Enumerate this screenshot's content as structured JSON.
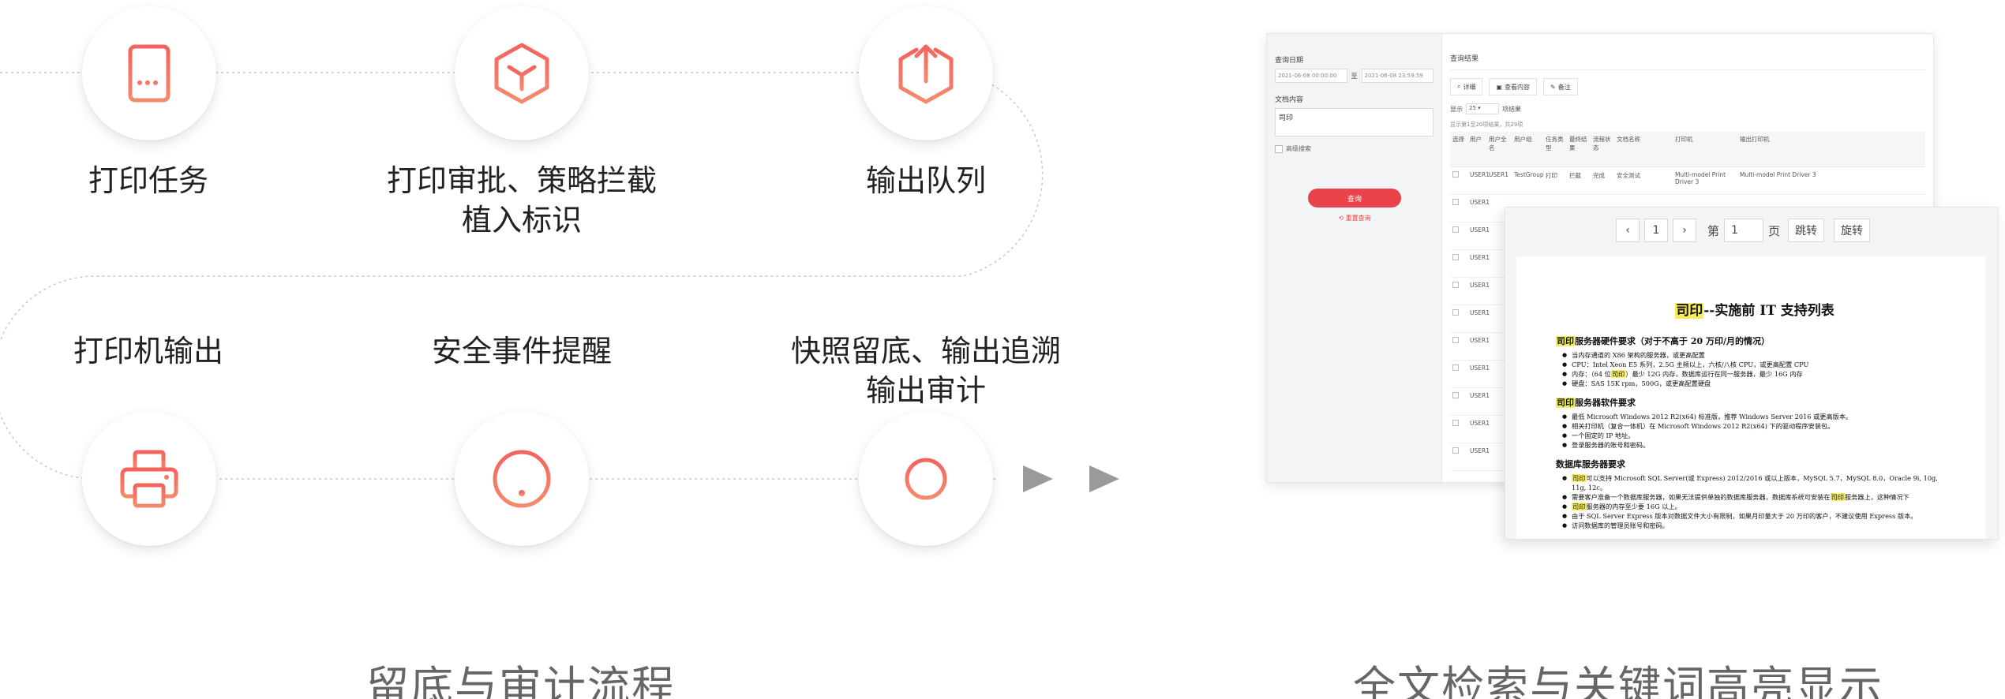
{
  "flow": {
    "nodes": [
      {
        "id": "print-task",
        "lines": [
          "打印任务"
        ],
        "icon": "document-icon"
      },
      {
        "id": "print-approval",
        "lines": [
          "打印审批、策略拦截",
          "植入标识"
        ],
        "icon": "cube-icon"
      },
      {
        "id": "output-queue",
        "lines": [
          "输出队列"
        ],
        "icon": "upload-box-icon"
      },
      {
        "id": "printer-output",
        "lines": [
          "打印机输出"
        ],
        "icon": "printer-icon"
      },
      {
        "id": "security-alert",
        "lines": [
          "安全事件提醒"
        ],
        "icon": "alert-icon"
      },
      {
        "id": "snapshot-audit",
        "lines": [
          "快照留底、输出追溯",
          "输出审计"
        ],
        "icon": "crosshair-icon"
      }
    ],
    "caption": "留底与审计流程"
  },
  "search": {
    "caption": "全文检索与关键词高亮显示",
    "filter": {
      "date_label": "查询日期",
      "date_from": "2021-06-08 00:00:00",
      "date_sep": "至",
      "date_to": "2021-06-08 23:59:59",
      "content_label": "文档内容",
      "content_value": "司印",
      "advanced_label": "高级搜索",
      "query_button": "查询",
      "reset_link": "重置查询"
    },
    "results": {
      "title": "查询结果",
      "btn_detail": "详细",
      "btn_view": "查看内容",
      "btn_note": "备注",
      "show_label": "显示",
      "show_value": "25",
      "show_suffix": "项结果",
      "count_text": "显示第1至20项结果，共29项",
      "headers": [
        "选择",
        "用户",
        "用户全名",
        "用户组",
        "任务类型",
        "最终结果",
        "流程状态",
        "文档名称",
        "打印机",
        "输出打印机"
      ],
      "first_row": [
        "",
        "USER1",
        "USER1",
        "TestGroup",
        "打印",
        "拦截",
        "完成",
        "安全测试",
        "Multi-model Print Driver 3",
        "Multi-model Print Driver 3"
      ],
      "rest_user": "USER1"
    },
    "preview": {
      "page": "1",
      "goto_prefix": "第",
      "goto_value": "1",
      "goto_suffix": "页",
      "jump_button": "跳转",
      "rotate_button": "旋转",
      "doc": {
        "title_hl": "司印",
        "title_rest": "--实施前 IT 支持列表",
        "sections": [
          {
            "hl": "司印",
            "heading": "服务器硬件要求（对于不高于 20 万印/月的情况）",
            "items": [
              {
                "pre": "",
                "hl": "",
                "post": "当内存通道的 X86 架构的服务器，或更高配置"
              },
              {
                "pre": "",
                "hl": "",
                "post": "CPU：Intel Xeon E5 系列，2.5G 主频以上，六核/八核 CPU，或更高配置 CPU"
              },
              {
                "pre": "内存：（64 位",
                "hl": "司印",
                "post": "）最少 12G 内存，数据库运行在同一服务器，最少 16G 内存"
              },
              {
                "pre": "",
                "hl": "",
                "post": "硬盘：SAS 15K rpm，500G，或更高配置硬盘"
              }
            ]
          },
          {
            "hl": "司印",
            "heading": "服务器软件要求",
            "items": [
              {
                "pre": "",
                "hl": "",
                "post": "最低 Microsoft Windows 2012 R2(x64) 标准版，推荐 Windows Server 2016 或更高版本。"
              },
              {
                "pre": "",
                "hl": "",
                "post": "相关打印机（复合一体机）在 Microsoft Windows 2012 R2(x64) 下的驱动程序安装包。"
              },
              {
                "pre": "",
                "hl": "",
                "post": "一个固定的 IP 地址。"
              },
              {
                "pre": "",
                "hl": "",
                "post": "登录服务器的账号和密码。"
              }
            ]
          },
          {
            "hl": "",
            "heading": "数据库服务器要求",
            "items": [
              {
                "pre": "",
                "hl": "司印",
                "post": "可以支持 Microsoft SQL Server(或 Express) 2012/2016 或以上版本，MySQL 5.7，MySQL 8.0，Oracle 9i, 10g, 11g, 12c。"
              },
              {
                "pre": "需要客户准备一个数据库服务器，如果无法提供单独的数据库服务器，数据库系统可安装在",
                "hl": "司印",
                "post": "服务器上，这种情况下"
              },
              {
                "pre": "",
                "hl": "司印",
                "post": "服务器的内存至少要 16G 以上。"
              },
              {
                "pre": "",
                "hl": "",
                "post": "由于 SQL Server Express 版本对数据文件大小有限制，如果月印量大于 20 万印的客户，不建议使用 Express 版本。"
              },
              {
                "pre": "",
                "hl": "",
                "post": "访问数据库的管理员账号和密码。"
              }
            ]
          }
        ]
      }
    }
  },
  "colors": {
    "accent": "#e8434b",
    "icon_gradient_start": "#f4635f",
    "icon_gradient_end": "#f4866b",
    "highlight": "#f6ee58"
  }
}
